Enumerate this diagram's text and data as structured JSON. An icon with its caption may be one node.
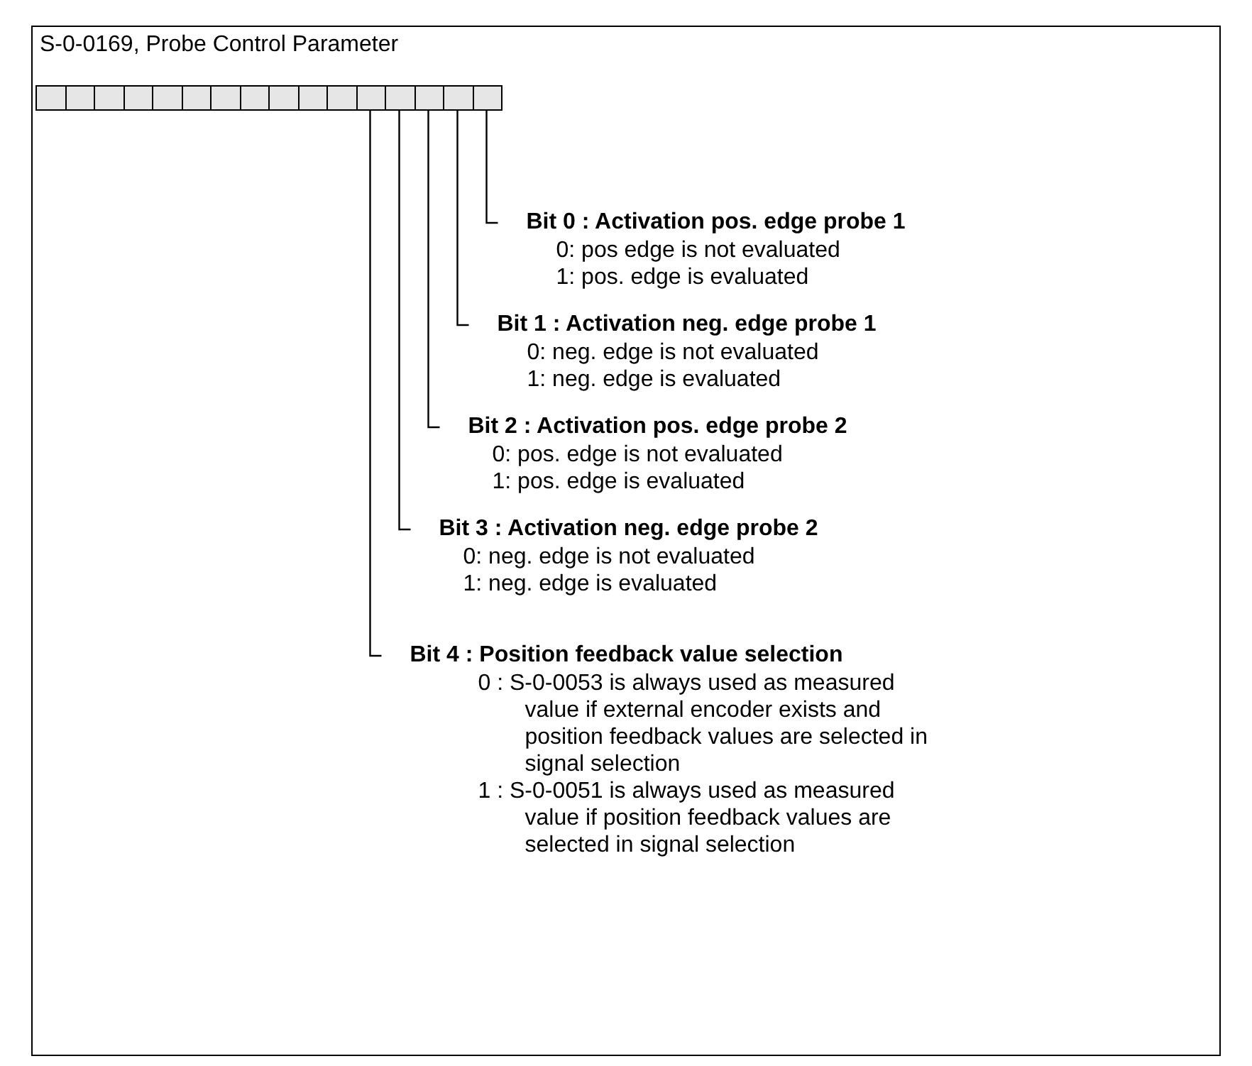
{
  "diagram": {
    "title": "S-0-0169, Probe Control Parameter",
    "nodes": [
      {
        "text": [],
        "shape": "box"
      },
      {
        "text": [],
        "shape": "box"
      },
      {
        "text": [],
        "shape": "box"
      },
      {
        "text": [],
        "shape": "box"
      },
      {
        "text": [],
        "shape": "box"
      },
      {
        "text": [],
        "shape": "box"
      },
      {
        "text": [],
        "shape": "box"
      },
      {
        "text": [],
        "shape": "box"
      },
      {
        "text": [],
        "shape": "box"
      },
      {
        "text": [],
        "shape": "box"
      },
      {
        "text": [],
        "shape": "box"
      },
      {
        "text": [],
        "shape": "box"
      },
      {
        "text": [],
        "shape": "box"
      },
      {
        "text": [],
        "shape": "box"
      },
      {
        "text": [],
        "shape": "box"
      },
      {
        "text": [],
        "shape": "box"
      },
      {
        "text": [
          "Bit 0 : Activation pos. edge probe 1",
          "0: pos edge is not evaluated",
          "1: pos. edge is evaluated"
        ]
      },
      {
        "text": [
          "Bit 1 : Activation neg. edge probe 1",
          "0: neg. edge is not evaluated",
          "1: neg. edge is evaluated"
        ]
      },
      {
        "text": [
          "Bit 2 : Activation pos. edge probe 2",
          "0: pos. edge is not evaluated",
          "1: pos. edge is evaluated"
        ]
      },
      {
        "text": [
          "Bit 3 : Activation neg. edge probe 2",
          "0: neg. edge is not evaluated",
          "1: neg. edge is evaluated"
        ]
      },
      {
        "text": [
          "Bit 4 : Position feedback value selection",
          "0 : S-0-0053 is always used as measured value if external encoder exists and position feedback values are selected in signal selection",
          "1 : S-0-0051 is always used as measured value if position feedback values are selected in signal selection"
        ]
      }
    ],
    "edges": [
      {
        "from": 15,
        "to": 16,
        "arrow": "none"
      },
      {
        "from": 14,
        "to": 17,
        "arrow": "none"
      },
      {
        "from": 13,
        "to": 18,
        "arrow": "none"
      },
      {
        "from": 12,
        "to": 19,
        "arrow": "none"
      },
      {
        "from": 11,
        "to": 20,
        "arrow": "none"
      }
    ]
  }
}
